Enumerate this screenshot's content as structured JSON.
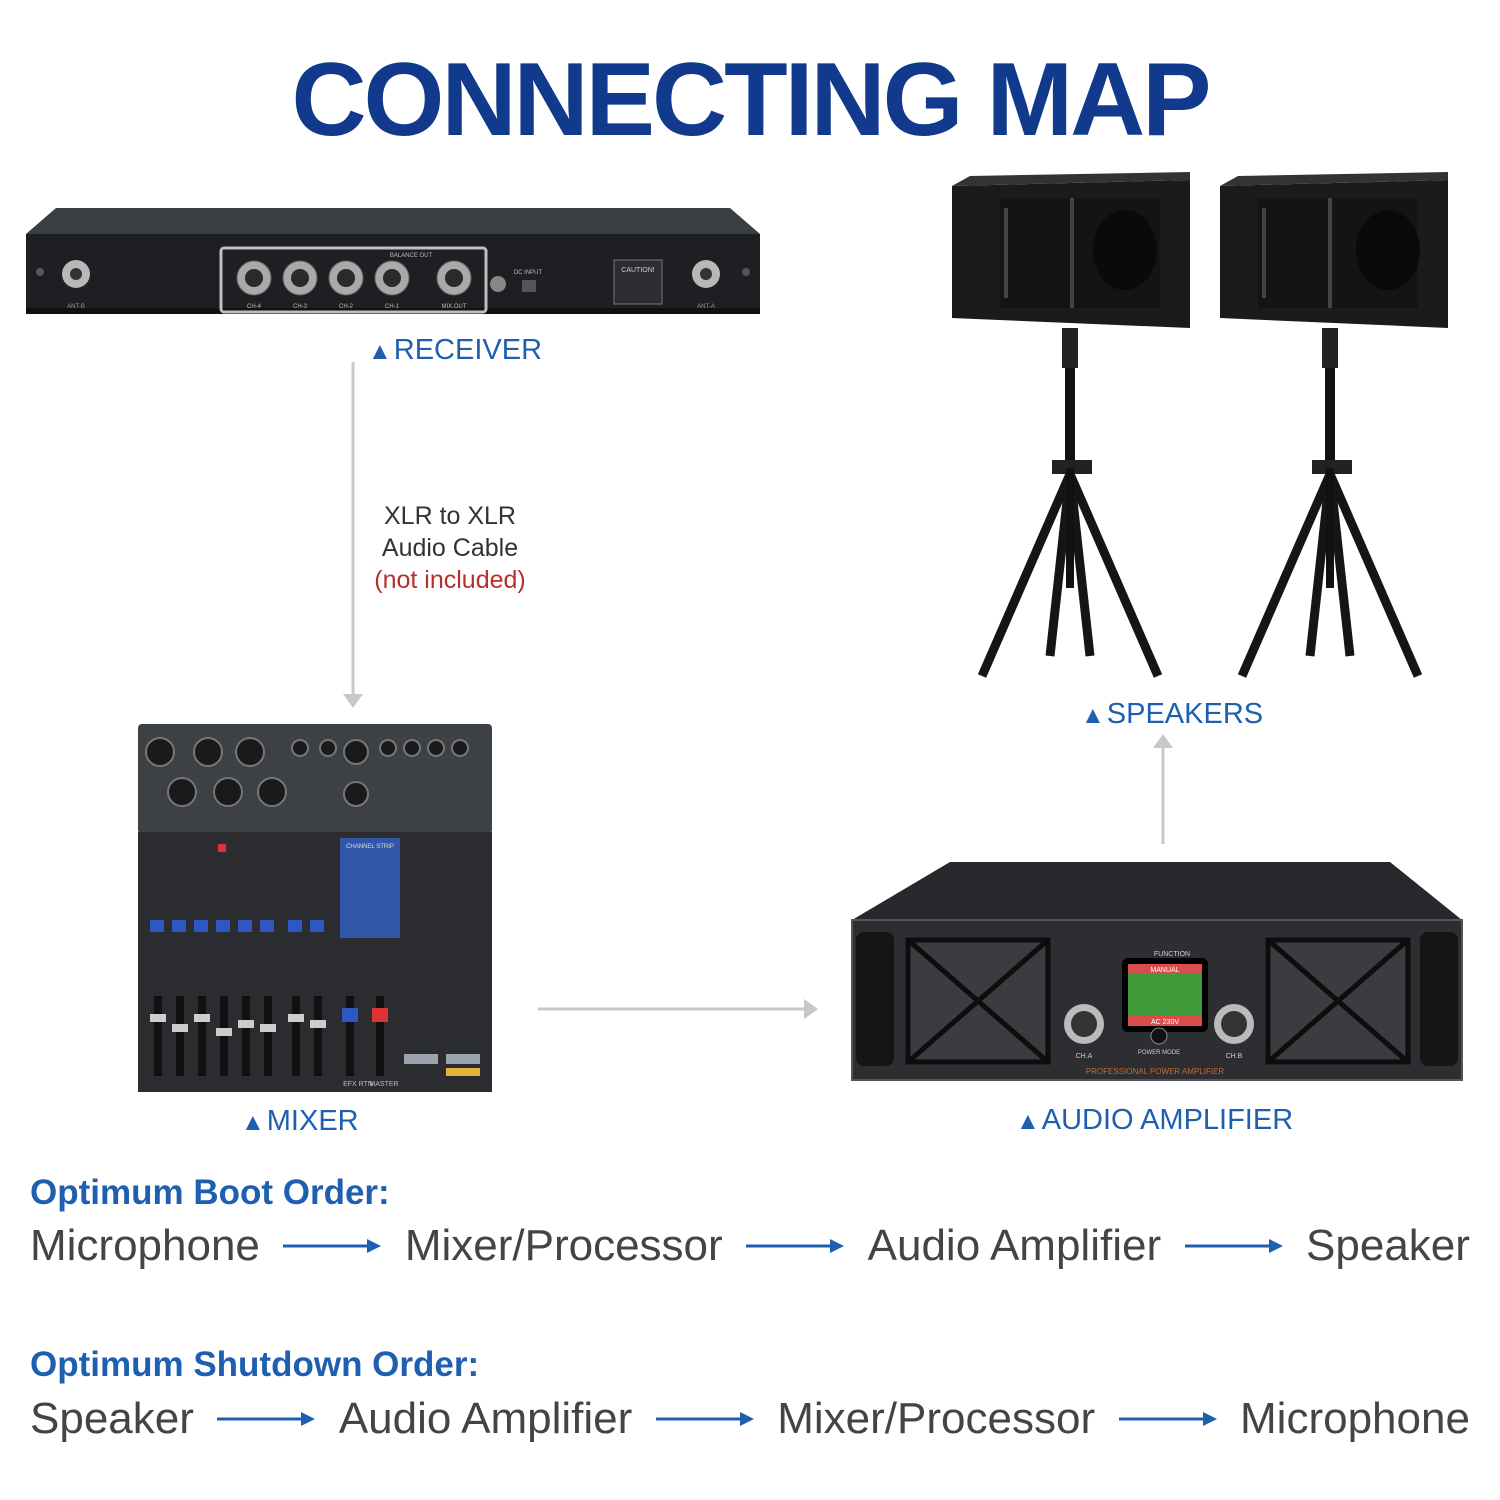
{
  "title": "CONNECTING MAP",
  "labels": {
    "receiver": "RECEIVER",
    "speakers": "SPEAKERS",
    "mixer": "MIXER",
    "amplifier": "AUDIO AMPLIFIER",
    "triangle": "▲"
  },
  "cable": {
    "line1": "XLR to XLR",
    "line2": "Audio Cable",
    "note": "(not included)"
  },
  "receiver_panel": {
    "balance_out": "BALANCE OUT",
    "ports": [
      "CH-4",
      "CH-3",
      "CH-2",
      "CH-1",
      "MIX.OUT"
    ],
    "ant_b": "ANT-B",
    "ant_a": "ANT-A",
    "dc_input": "DC INPUT",
    "caution": "CAUTION!"
  },
  "mixer_panel": {
    "channel_strip": "CHANNEL STRIP",
    "master": "MASTER",
    "efx_rtn": "EFX RTN"
  },
  "amplifier_panel": {
    "caption": "PROFESSIONAL POWER AMPLIFIER",
    "function": "FUNCTION",
    "ch_a": "CH.A",
    "ch_b": "CH.B",
    "power_mode": "POWER MODE",
    "screen_line1": "MANUAL",
    "screen_line2": "AC 230V"
  },
  "boot_order": {
    "heading": "Optimum Boot Order:",
    "steps": [
      "Microphone",
      "Mixer/Processor",
      "Audio Amplifier",
      "Speaker"
    ]
  },
  "shutdown_order": {
    "heading": "Optimum Shutdown Order:",
    "steps": [
      "Speaker",
      "Audio Amplifier",
      "Mixer/Processor",
      "Microphone"
    ]
  },
  "colors": {
    "title": "#123a8c",
    "label": "#1f5fb0",
    "note": "#b5302b",
    "flow_arrow": "#1f5fb0",
    "connector": "#c8c8c8"
  }
}
